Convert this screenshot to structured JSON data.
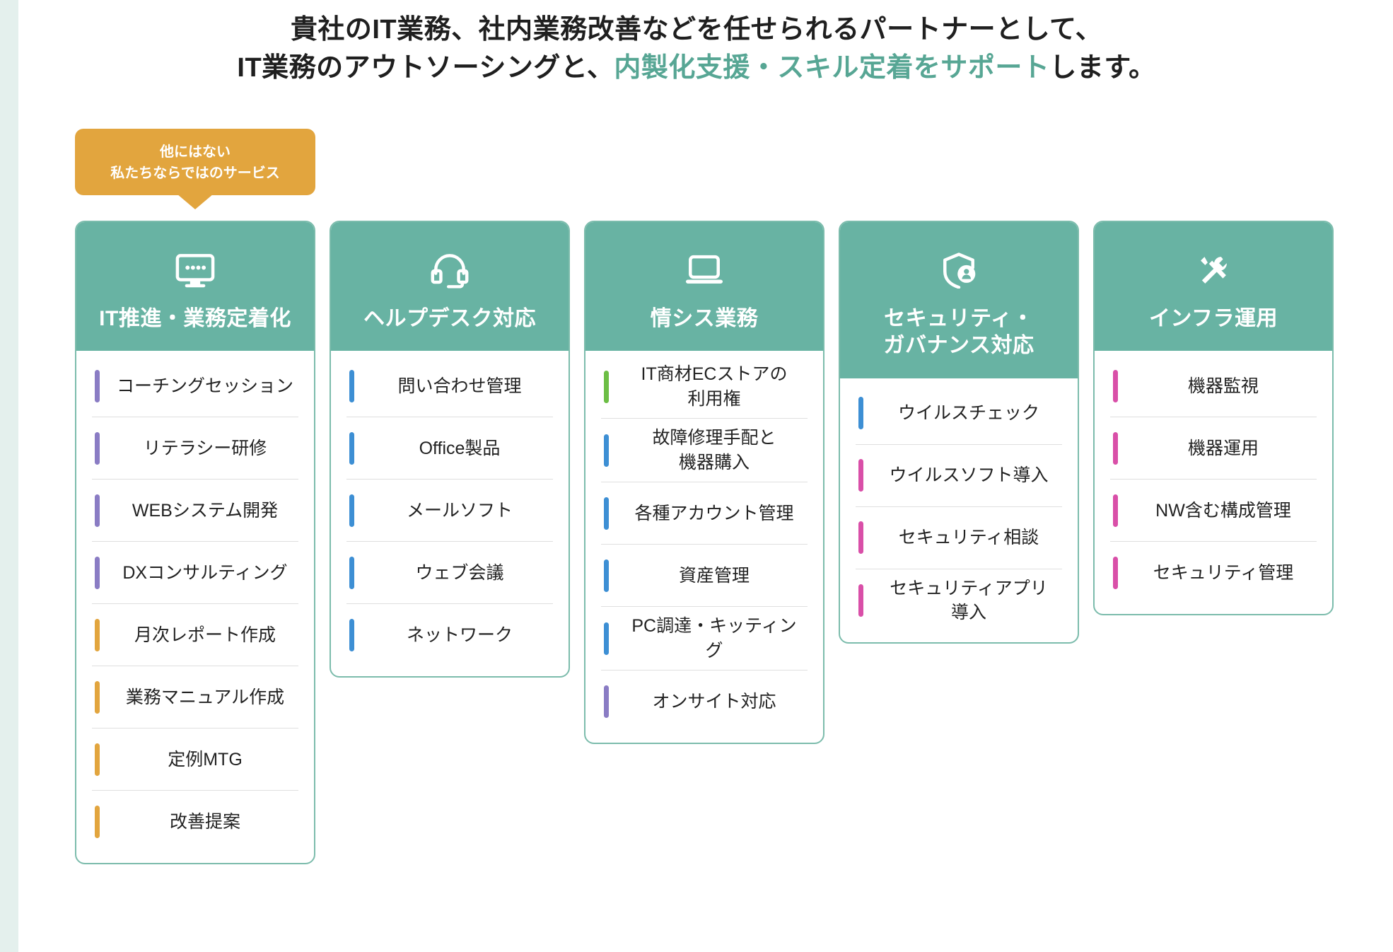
{
  "heading": {
    "line1": "貴社のIT業務、社内業務改善などを任せられるパートナーとして、",
    "line2_pre": "IT業務のアウトソーシングと、",
    "line2_accent": "内製化支援・スキル定着をサポート",
    "line2_post": "します。"
  },
  "badge": {
    "line1": "他にはない",
    "line2": "私たちならではのサービス"
  },
  "colors": {
    "teal_header": "#68b3a3",
    "teal_border": "#7cbcac",
    "badge_orange": "#e2a53e",
    "accent_text": "#57a694",
    "bar_purple": "#8a7cc4",
    "bar_orange": "#e2a53e",
    "bar_blue": "#3d8fd4",
    "bar_green": "#6cbe45",
    "bar_pink": "#d94fa8",
    "left_band": "#e4f0ed"
  },
  "cards": [
    {
      "icon": "presentation-screen-icon",
      "title_lines": [
        "IT推進・業務定着化"
      ],
      "items": [
        {
          "label": "コーチングセッション",
          "bar_color": "#8a7cc4"
        },
        {
          "label": "リテラシー研修",
          "bar_color": "#8a7cc4"
        },
        {
          "label": "WEBシステム開発",
          "bar_color": "#8a7cc4"
        },
        {
          "label": "DXコンサルティング",
          "bar_color": "#8a7cc4"
        },
        {
          "label": "月次レポート作成",
          "bar_color": "#e2a53e"
        },
        {
          "label": "業務マニュアル作成",
          "bar_color": "#e2a53e"
        },
        {
          "label": "定例MTG",
          "bar_color": "#e2a53e"
        },
        {
          "label": "改善提案",
          "bar_color": "#e2a53e"
        }
      ]
    },
    {
      "icon": "headset-icon",
      "title_lines": [
        "ヘルプデスク対応"
      ],
      "items": [
        {
          "label": "問い合わせ管理",
          "bar_color": "#3d8fd4"
        },
        {
          "label": "Office製品",
          "bar_color": "#3d8fd4"
        },
        {
          "label": "メールソフト",
          "bar_color": "#3d8fd4"
        },
        {
          "label": "ウェブ会議",
          "bar_color": "#3d8fd4"
        },
        {
          "label": "ネットワーク",
          "bar_color": "#3d8fd4"
        }
      ]
    },
    {
      "icon": "laptop-icon",
      "title_lines": [
        "情シス業務"
      ],
      "items": [
        {
          "label": "IT商材ECストアの\n利用権",
          "bar_color": "#6cbe45"
        },
        {
          "label": "故障修理手配と\n機器購入",
          "bar_color": "#3d8fd4"
        },
        {
          "label": "各種アカウント管理",
          "bar_color": "#3d8fd4"
        },
        {
          "label": "資産管理",
          "bar_color": "#3d8fd4"
        },
        {
          "label": "PC調達・キッティング",
          "bar_color": "#3d8fd4"
        },
        {
          "label": "オンサイト対応",
          "bar_color": "#8a7cc4"
        }
      ]
    },
    {
      "icon": "shield-user-icon",
      "title_lines": [
        "セキュリティ・",
        "ガバナンス対応"
      ],
      "items": [
        {
          "label": "ウイルスチェック",
          "bar_color": "#3d8fd4"
        },
        {
          "label": "ウイルスソフト導入",
          "bar_color": "#d94fa8"
        },
        {
          "label": "セキュリティ相談",
          "bar_color": "#d94fa8"
        },
        {
          "label": "セキュリティアプリ\n導入",
          "bar_color": "#d94fa8"
        }
      ]
    },
    {
      "icon": "tools-icon",
      "title_lines": [
        "インフラ運用"
      ],
      "items": [
        {
          "label": "機器監視",
          "bar_color": "#d94fa8"
        },
        {
          "label": "機器運用",
          "bar_color": "#d94fa8"
        },
        {
          "label": "NW含む構成管理",
          "bar_color": "#d94fa8"
        },
        {
          "label": "セキュリティ管理",
          "bar_color": "#d94fa8"
        }
      ]
    }
  ]
}
